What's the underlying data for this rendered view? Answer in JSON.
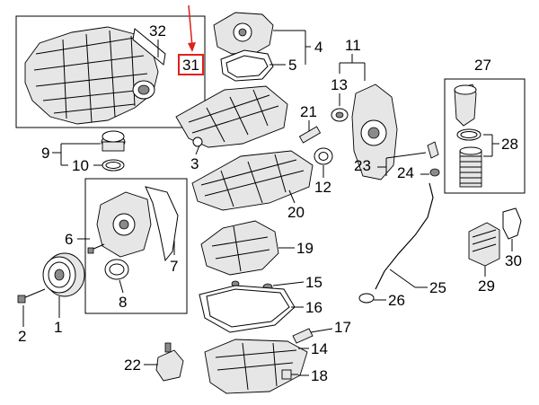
{
  "callouts": {
    "c1": "1",
    "c2": "2",
    "c3": "3",
    "c4": "4",
    "c5": "5",
    "c6": "6",
    "c7": "7",
    "c8": "8",
    "c9": "9",
    "c10": "10",
    "c11": "11",
    "c12": "12",
    "c13": "13",
    "c14": "14",
    "c15": "15",
    "c16": "16",
    "c17": "17",
    "c18": "18",
    "c19": "19",
    "c20": "20",
    "c21": "21",
    "c22": "22",
    "c23": "23",
    "c24": "24",
    "c25": "25",
    "c26": "26",
    "c27": "27",
    "c28": "28",
    "c29": "29",
    "c30": "30",
    "c31": "31",
    "c32": "32"
  },
  "highlight": {
    "callout": "31",
    "color": "#e0201b"
  }
}
